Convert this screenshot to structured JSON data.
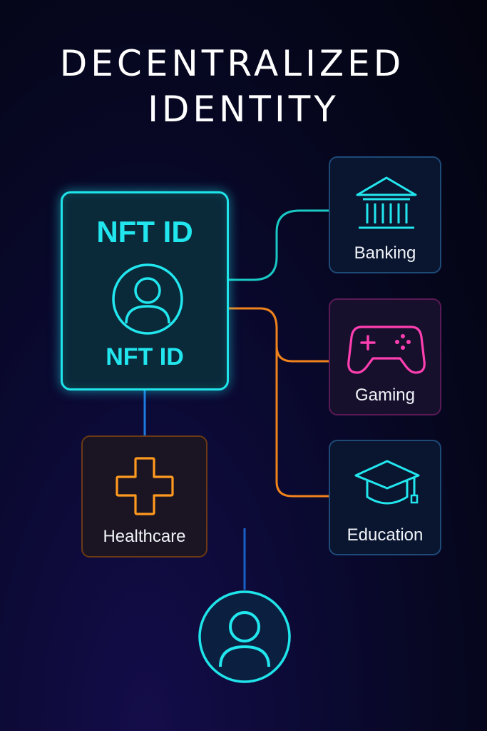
{
  "title": {
    "line1": "DECENTRALIZED",
    "line2": "IDENTITY"
  },
  "nft_card": {
    "heading": "NFT ID",
    "caption": "NFT ID",
    "icon": "user-icon"
  },
  "services": {
    "banking": {
      "label": "Banking",
      "icon": "bank-icon",
      "color": "#1fe4ea"
    },
    "gaming": {
      "label": "Gaming",
      "icon": "gamepad-icon",
      "color": "#ff3fb0"
    },
    "education": {
      "label": "Education",
      "icon": "graduation-cap-icon",
      "color": "#1fe4ea"
    },
    "healthcare": {
      "label": "Healthcare",
      "icon": "medical-cross-icon",
      "color": "#ff9a1f"
    }
  },
  "user_node": {
    "icon": "user-icon"
  },
  "colors": {
    "cyan": "#1fe4ea",
    "orange": "#ff8a1f",
    "magenta": "#ff3fb0",
    "blue": "#1e7be0"
  }
}
